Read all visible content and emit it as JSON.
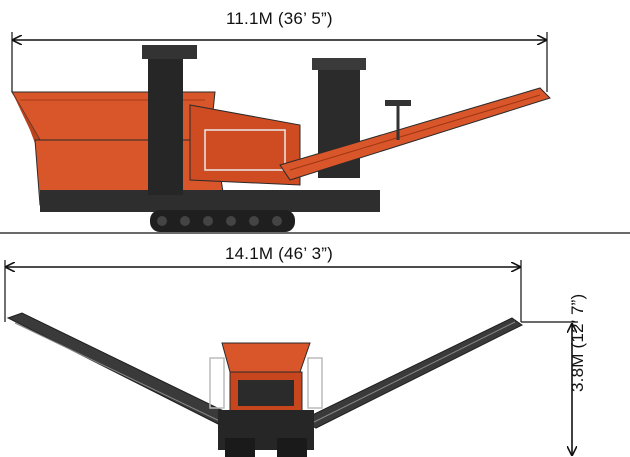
{
  "dimensions": {
    "top_length": "11.1M (36’ 5”)",
    "bottom_width": "14.1M (46’ 3”)",
    "height": "3.8M (12’ 7”)"
  },
  "colors": {
    "machine_orange": "#d9552a",
    "machine_dark": "#2b2b2b",
    "line": "#111111"
  }
}
